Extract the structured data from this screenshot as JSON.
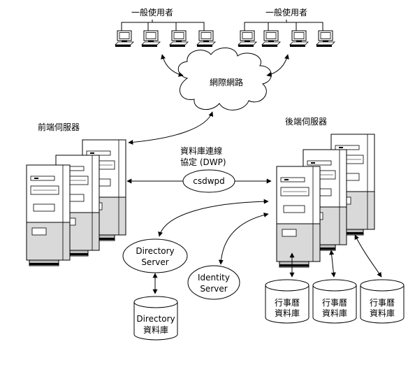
{
  "labels": {
    "users_left": "一般使用者",
    "users_right": "一般使用者",
    "internet": "網際網路",
    "frontend": "前端伺服器",
    "backend": "後端伺服器",
    "dwp_line1": "資料庫連線",
    "dwp_line2": "協定 (DWP)",
    "csdwpd": "csdwpd",
    "dirserver_line1": "Directory",
    "dirserver_line2": "Server",
    "identity_line1": "Identity",
    "identity_line2": "Server",
    "dirdb_line1": "Directory",
    "dirdb_line2": "資料庫",
    "caldb_line1": "行事曆",
    "caldb_line2": "資料庫"
  },
  "icons": {
    "workstation": "computer-workstation-icon",
    "server": "tower-server-icon",
    "database": "database-cylinder-icon",
    "cloud": "cloud-icon"
  }
}
